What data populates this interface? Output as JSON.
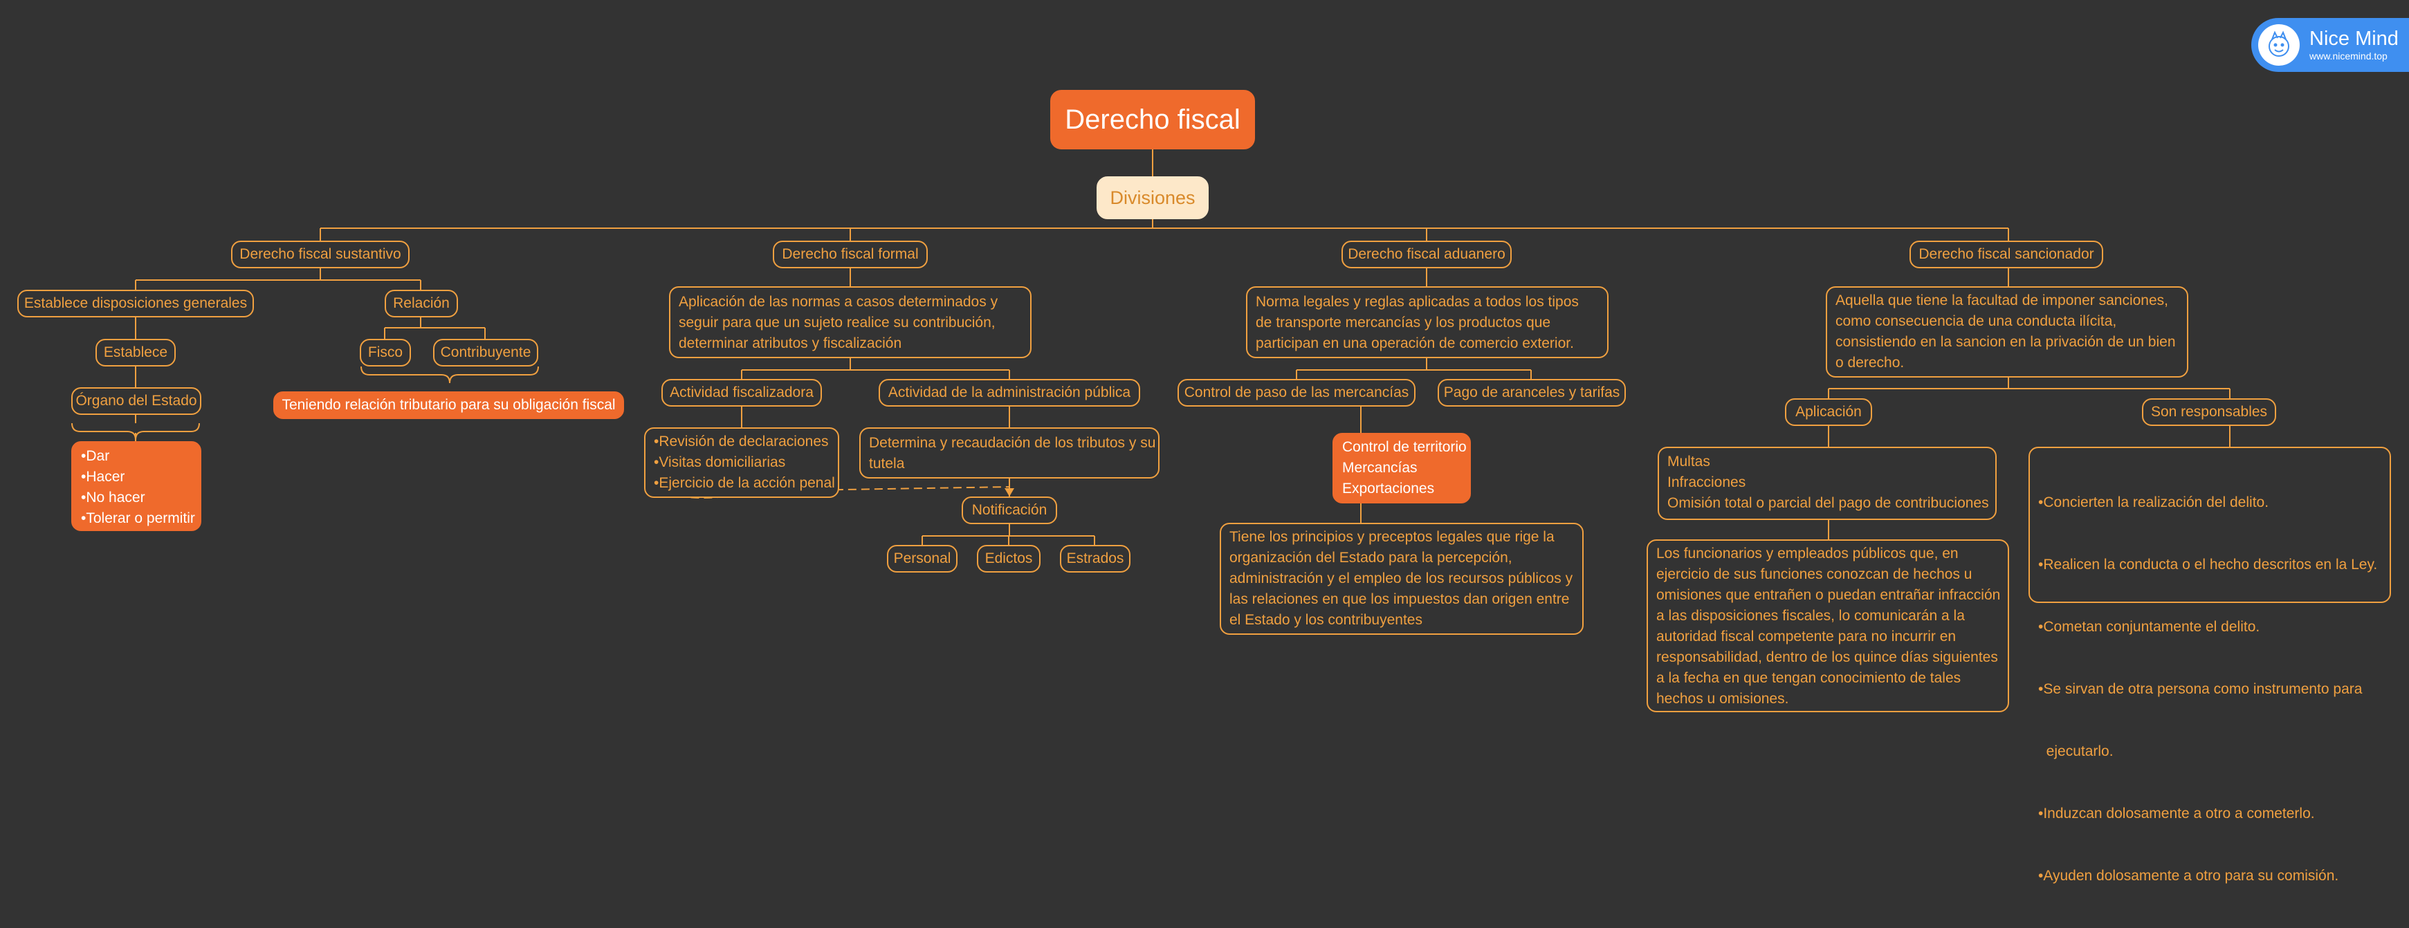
{
  "brand": {
    "name": "Nice Mind",
    "url": "www.nicemind.top"
  },
  "root": "Derecho fiscal",
  "divisions": "Divisiones",
  "sustantivo": {
    "title": "Derecho fiscal sustantivo",
    "establece_disposiciones": "Establece disposiciones generales",
    "establece": "Establece",
    "organo": "Órgano del Estado",
    "acciones": [
      "•Dar",
      "•Hacer",
      "•No hacer",
      "•Tolerar o permitir"
    ],
    "relacion": "Relación",
    "fisco": "Fisco",
    "contribuyente": "Contribuyente",
    "teniendo": "Teniendo relación tributario para su obligación fiscal"
  },
  "formal": {
    "title": "Derecho fiscal formal",
    "desc": [
      "Aplicación de las normas a casos determinados y",
      "seguir para que un sujeto realice su contribución,",
      "determinar atributos y fiscalización"
    ],
    "actividad_fiscalizadora": "Actividad fiscalizadora",
    "fiscalizadora_items": [
      "•Revisión de declaraciones",
      "•Visitas domiciliarias",
      "•Ejercicio de la acción penal"
    ],
    "actividad_administracion": "Actividad de la administración pública",
    "administracion_desc": [
      "Determina y recaudación de los tributos y su",
      "tutela"
    ],
    "notificacion": "Notificación",
    "personal": "Personal",
    "edictos": "Edictos",
    "estrados": "Estrados"
  },
  "aduanero": {
    "title": "Derecho fiscal aduanero",
    "desc": [
      "Norma legales y reglas aplicadas a todos los tipos",
      "de transporte mercancías y los productos que",
      "participan en una operación de comercio exterior."
    ],
    "control_paso": "Control de paso de las mercancías",
    "pago_aranceles": "Pago de aranceles y tarifas",
    "control_items": [
      "Control de territorio",
      "Mercancías",
      "Exportaciones"
    ],
    "principios": [
      "Tiene los principios y preceptos legales que rige la",
      "organización del Estado para la percepción,",
      "administración y el empleo de los recursos públicos y",
      "las relaciones en que los impuestos dan origen entre",
      "el Estado y los contribuyentes"
    ]
  },
  "sancionador": {
    "title": "Derecho fiscal sancionador",
    "desc": [
      "Aquella que tiene la facultad de imponer sanciones,",
      "como consecuencia de una conducta ilícita,",
      "consistiendo en la sancion en la privación de un bien",
      "o derecho."
    ],
    "aplicacion": "Aplicación",
    "aplicacion_items": [
      "Multas",
      "Infracciones",
      "Omisión total o parcial del pago de contribuciones"
    ],
    "funcionarios": [
      "Los funcionarios y empleados públicos que, en",
      "ejercicio de sus funciones conozcan de hechos u",
      "omisiones que entrañen o puedan entrañar infracción",
      "a las disposiciones fiscales, lo comunicarán a la",
      "autoridad fiscal competente para no incurrir en",
      "responsabilidad, dentro de los quince días siguientes",
      "a la fecha en que tengan conocimiento de tales",
      "hechos u omisiones."
    ],
    "son_responsables": "Son responsables",
    "responsables_items": [
      "•Concierten la realización del delito.",
      "•Realicen la conducta o el hecho descritos en la Ley.",
      "•Cometan conjuntamente el delito.",
      "•Se sirvan de otra persona como instrumento para",
      "  ejecutarlo.",
      "•Induzcan dolosamente a otro a cometerlo.",
      "•Ayuden dolosamente a otro para su comisión."
    ]
  },
  "colors": {
    "background": "#333333",
    "line": "#f0a040",
    "accent": "#ef6a2c",
    "main": "#fde8c9",
    "brand": "#3f8ff0"
  }
}
